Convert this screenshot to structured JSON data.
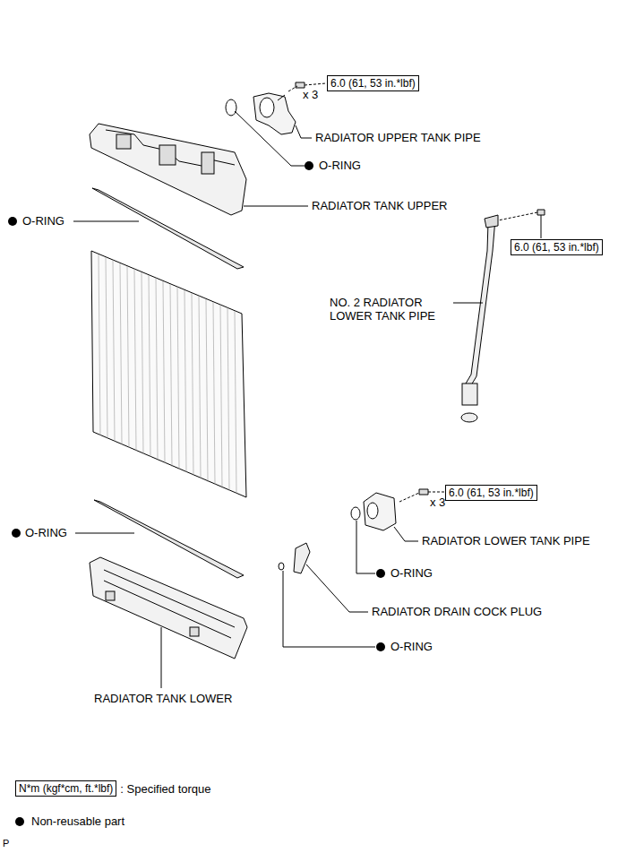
{
  "diagram": {
    "nodes": [
      {
        "text": [
          "6.0 (61, 53 in.*lbf)"
        ]
      },
      {
        "text": [
          "6.0 (61, 53 in.*lbf)"
        ]
      },
      {
        "text": [
          "6.0 (61, 53 in.*lbf)"
        ]
      },
      {
        "text": [
          "N*m (kgf*cm, ft.*lbf)"
        ]
      }
    ],
    "labels": [
      "RADIATOR UPPER TANK PIPE",
      "O-RING",
      "x 3",
      "RADIATOR TANK UPPER",
      "O-RING",
      "NO. 2 RADIATOR LOWER TANK PIPE",
      "x 3",
      "RADIATOR LOWER TANK PIPE",
      "O-RING",
      "O-RING",
      "RADIATOR DRAIN COCK PLUG",
      "O-RING",
      "RADIATOR TANK LOWER",
      "P"
    ],
    "legend": [
      {
        "text": ": Specified torque"
      },
      {
        "text": "Non-reusable part"
      }
    ]
  }
}
